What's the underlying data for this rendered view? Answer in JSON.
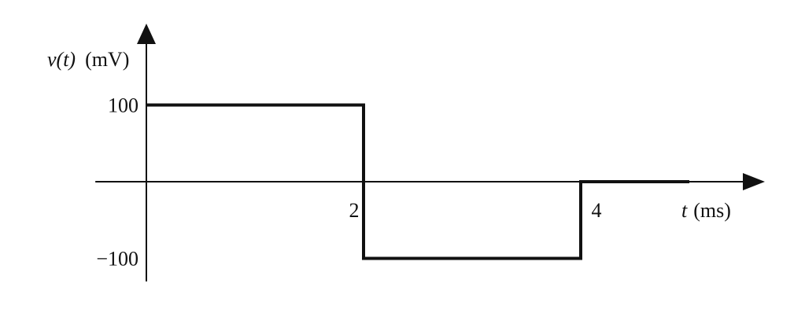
{
  "chart_data": {
    "type": "line",
    "title": "",
    "ylabel_func": "v(t)",
    "ylabel_unit": "(mV)",
    "xlabel_var": "t",
    "xlabel_unit": "(ms)",
    "xlim": [
      -0.47,
      5.7
    ],
    "ylim": [
      -130,
      195
    ],
    "x_ticks": [
      {
        "value": 2,
        "label": "2"
      },
      {
        "value": 4,
        "label": "4"
      }
    ],
    "y_ticks": [
      {
        "value": 100,
        "label": "100"
      },
      {
        "value": -100,
        "label": "−100"
      }
    ],
    "series": [
      {
        "name": "v(t)",
        "points": [
          [
            0,
            100
          ],
          [
            2,
            100
          ],
          [
            2,
            -100
          ],
          [
            4,
            -100
          ],
          [
            4,
            0
          ],
          [
            5,
            0
          ]
        ]
      }
    ],
    "grid": false,
    "line_color": "#111111"
  }
}
